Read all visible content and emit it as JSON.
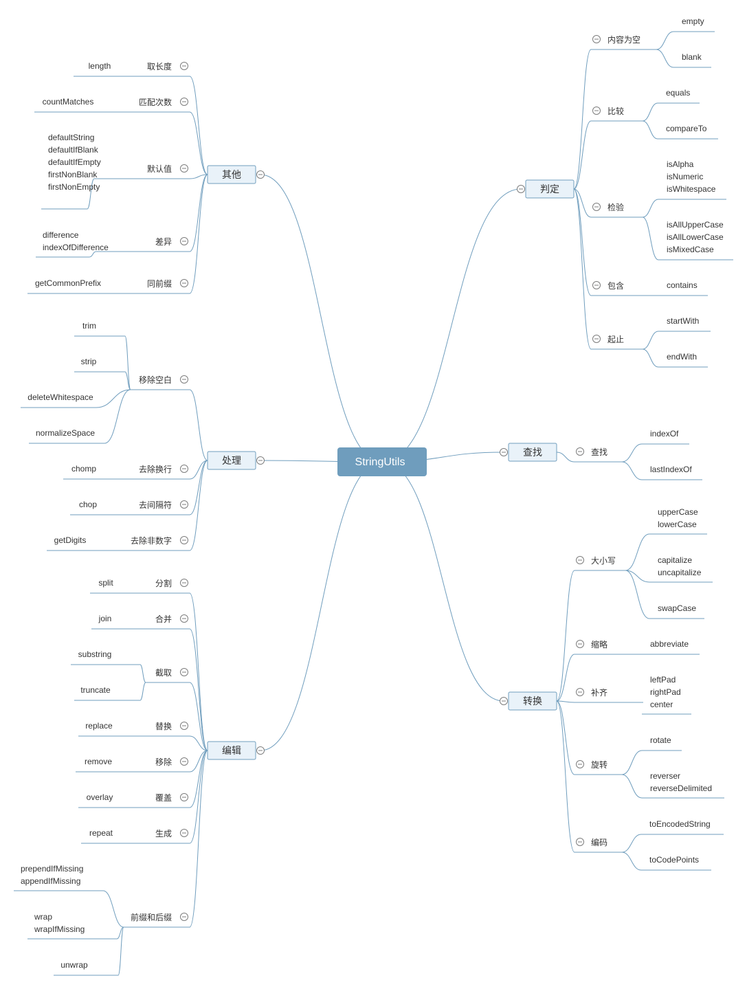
{
  "root": {
    "label": "StringUtils"
  },
  "branches": [
    {
      "id": "qita",
      "label": "其他",
      "side": "left",
      "groups": [
        {
          "label": "取长度",
          "items": [
            "length"
          ]
        },
        {
          "label": "匹配次数",
          "items": [
            "countMatches"
          ]
        },
        {
          "label": "默认值",
          "items": [
            "defaultString\ndefaultIfBlank\ndefaultIfEmpty\nfirstNonBlank\nfirstNonEmpty"
          ]
        },
        {
          "label": "差异",
          "items": [
            "difference\nindexOfDifference"
          ]
        },
        {
          "label": "同前缀",
          "items": [
            "getCommonPrefix"
          ]
        }
      ]
    },
    {
      "id": "chuli",
      "label": "处理",
      "side": "left",
      "groups": [
        {
          "label": "移除空白",
          "items": [
            "trim",
            "strip",
            "deleteWhitespace",
            "normalizeSpace"
          ]
        },
        {
          "label": "去除换行",
          "items": [
            "chomp"
          ]
        },
        {
          "label": "去间隔符",
          "items": [
            "chop"
          ]
        },
        {
          "label": "去除非数字",
          "items": [
            "getDigits"
          ]
        }
      ]
    },
    {
      "id": "bianji",
      "label": "编辑",
      "side": "left",
      "groups": [
        {
          "label": "分割",
          "items": [
            "split"
          ]
        },
        {
          "label": "合并",
          "items": [
            "join"
          ]
        },
        {
          "label": "截取",
          "items": [
            "substring",
            "truncate"
          ]
        },
        {
          "label": "替换",
          "items": [
            "replace"
          ]
        },
        {
          "label": "移除",
          "items": [
            "remove"
          ]
        },
        {
          "label": "覆盖",
          "items": [
            "overlay"
          ]
        },
        {
          "label": "生成",
          "items": [
            "repeat"
          ]
        },
        {
          "label": "前缀和后缀",
          "items": [
            "prependIfMissing\nappendIfMissing",
            "wrap\nwrapIfMissing",
            "unwrap"
          ]
        }
      ]
    },
    {
      "id": "panding",
      "label": "判定",
      "side": "right",
      "groups": [
        {
          "label": "内容为空",
          "items": [
            "empty",
            "blank"
          ]
        },
        {
          "label": "比较",
          "items": [
            "equals",
            "compareTo"
          ]
        },
        {
          "label": "检验",
          "items": [
            "isAlpha\nisNumeric\nisWhitespace",
            "isAllUpperCase\nisAllLowerCase\nisMixedCase"
          ]
        },
        {
          "label": "包含",
          "items": [
            "contains"
          ]
        },
        {
          "label": "起止",
          "items": [
            "startWith",
            "endWith"
          ]
        }
      ]
    },
    {
      "id": "chazhao",
      "label": "查找",
      "side": "right",
      "groups": [
        {
          "label": "查找",
          "items": [
            "indexOf",
            "lastIndexOf"
          ]
        }
      ]
    },
    {
      "id": "zhuanhuan",
      "label": "转换",
      "side": "right",
      "groups": [
        {
          "label": "大小写",
          "items": [
            "upperCase\nlowerCase",
            "capitalize\nuncapitalize",
            "swapCase"
          ]
        },
        {
          "label": "缩略",
          "items": [
            "abbreviate"
          ]
        },
        {
          "label": "补齐",
          "items": [
            "leftPad\nrightPad\ncenter"
          ]
        },
        {
          "label": "旋转",
          "items": [
            "rotate",
            "reverser\nreverseDelimited"
          ]
        },
        {
          "label": "编码",
          "items": [
            "toEncodedString",
            "toCodePoints"
          ]
        }
      ]
    }
  ],
  "colors": {
    "line": "#6f9dbd",
    "root_fill": "#6f9dbd",
    "branch_fill": "#e9f2f9",
    "text": "#333333",
    "toggle": "#7c7c7c"
  },
  "icons": {
    "collapse": "minus-circle-icon"
  }
}
